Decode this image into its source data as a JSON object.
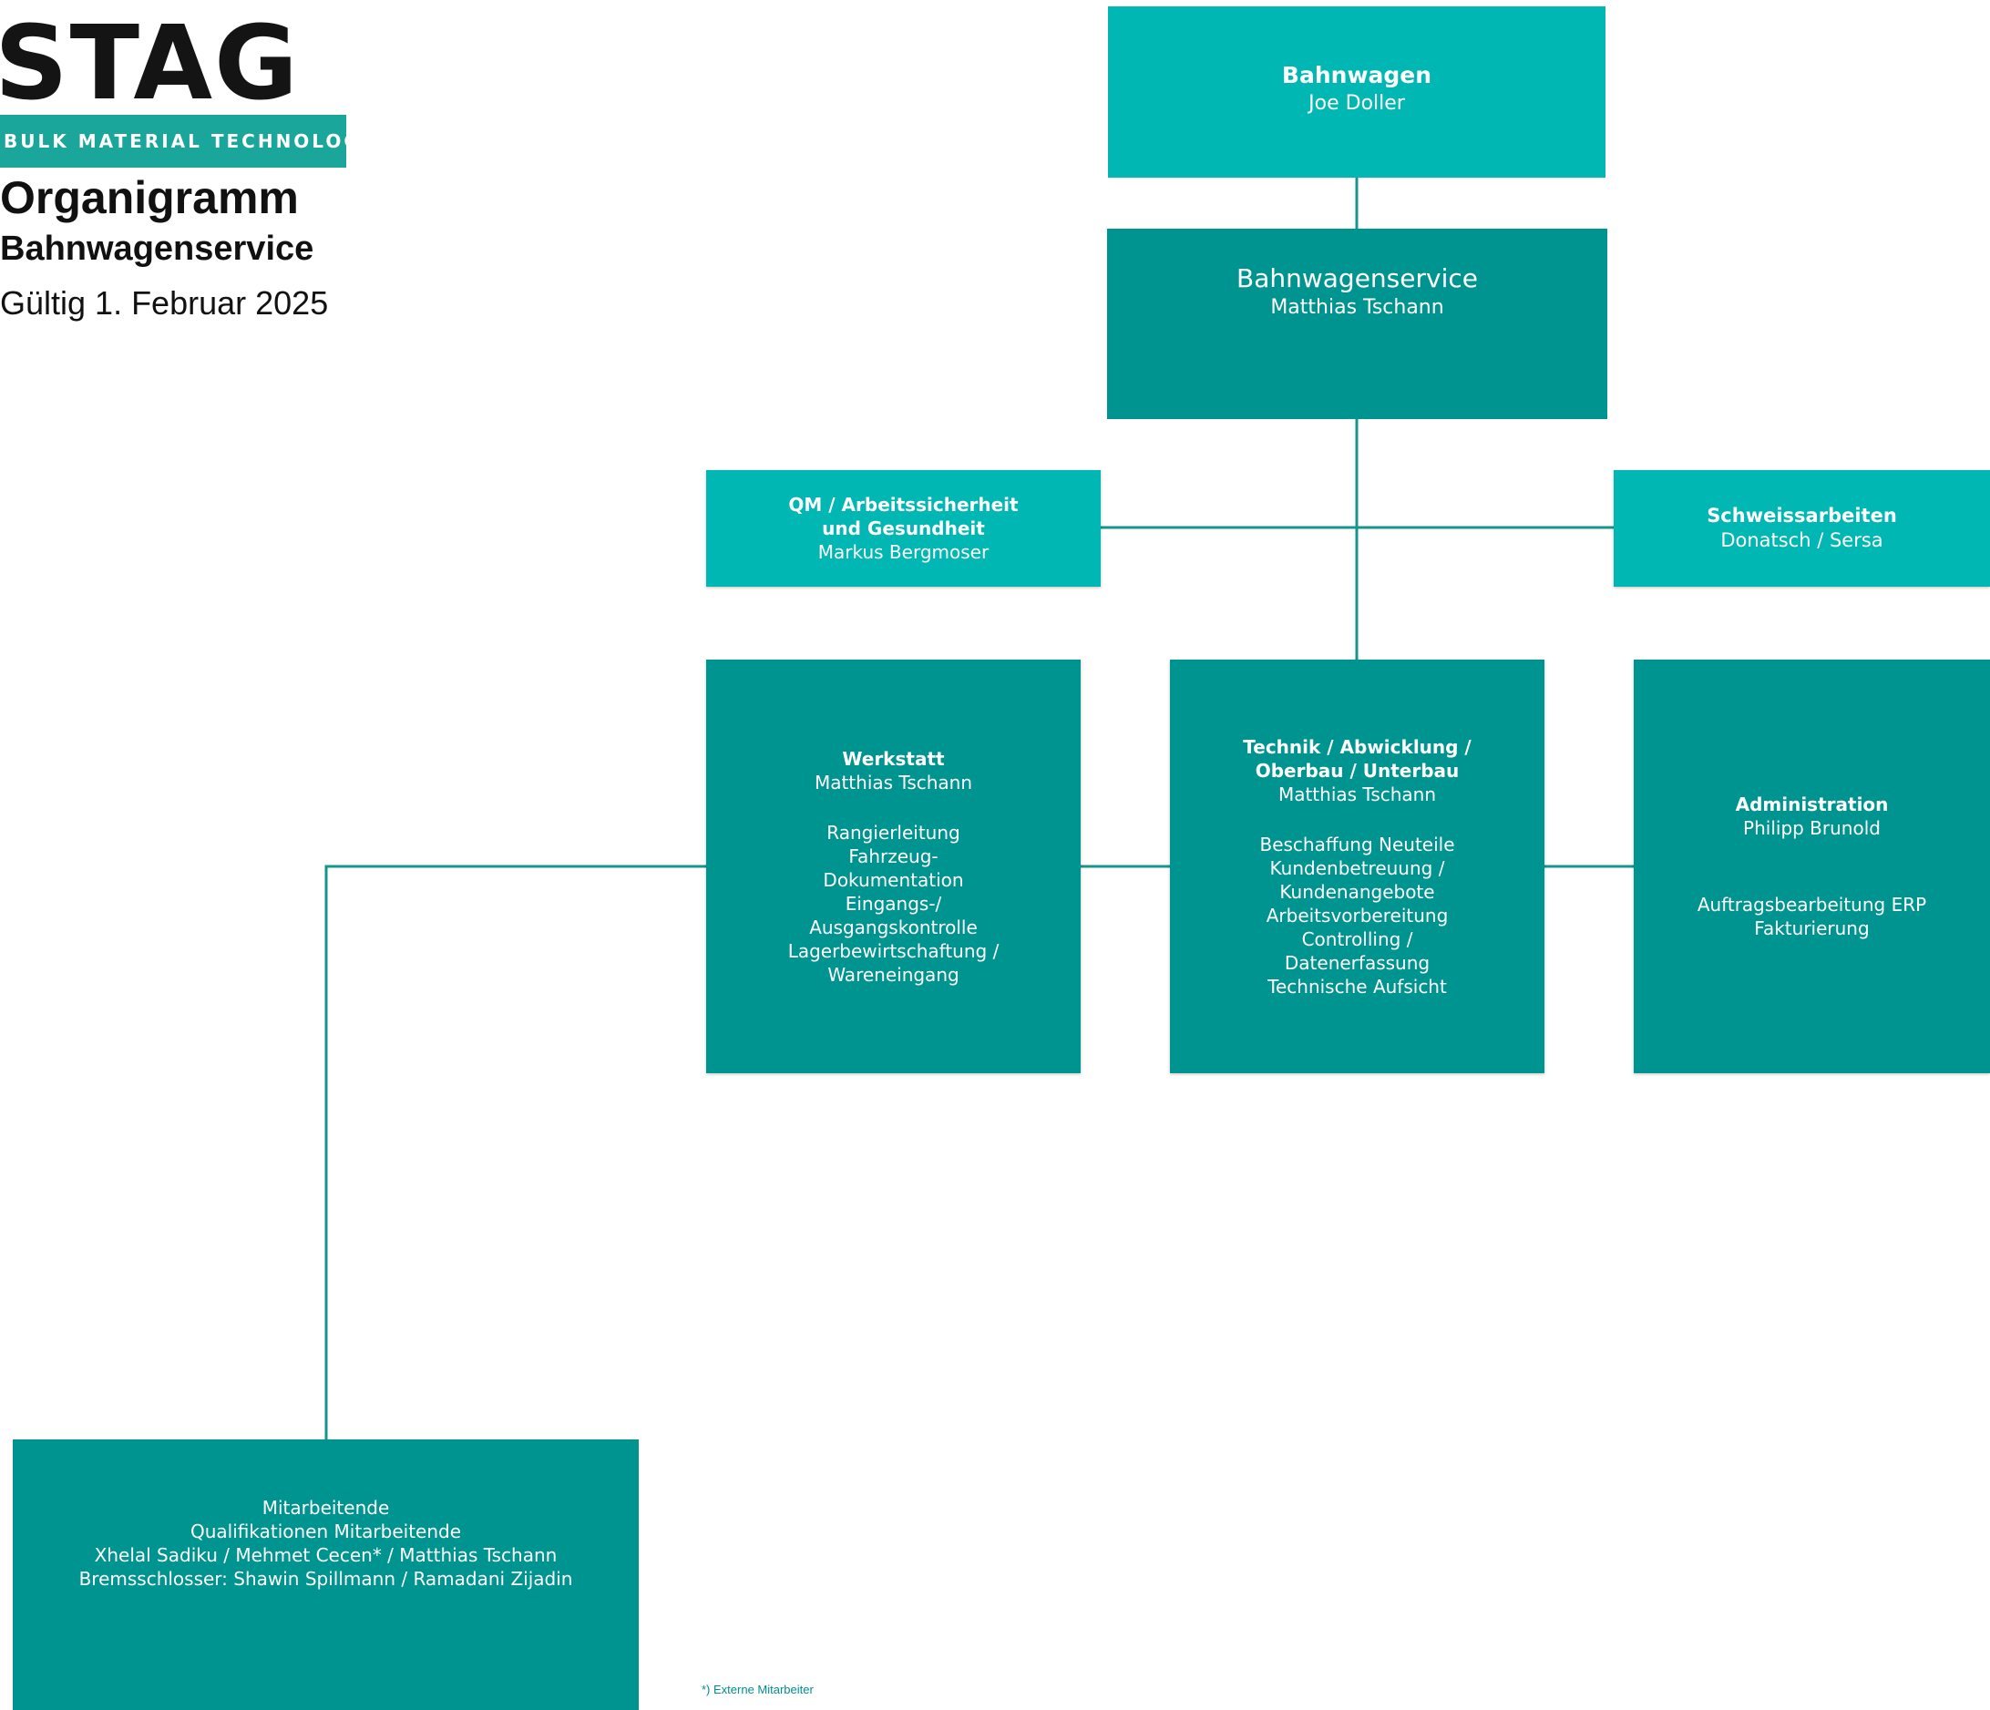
{
  "logo": {
    "wordmark": "STAG",
    "tagline": "BULK MATERIAL TECHNOLOGY"
  },
  "header": {
    "title": "Organigramm",
    "subtitle": "Bahnwagenservice",
    "valid_from": "Gültig 1. Februar 2025"
  },
  "colors": {
    "light": "#00b7b3",
    "dark": "#009490",
    "line": "#16958f"
  },
  "nodes": {
    "bahnwagen": {
      "title": "Bahnwagen",
      "name": "Joe Doller"
    },
    "service": {
      "title": "Bahnwagenservice",
      "name": "Matthias Tschann"
    },
    "qm": {
      "title_1": "QM / Arbeitssicherheit",
      "title_2": "und Gesundheit",
      "name": "Markus Bergmoser"
    },
    "schweiss": {
      "title": "Schweissarbeiten",
      "name": "Donatsch / Sersa"
    },
    "werkstatt": {
      "title": "Werkstatt",
      "name": "Matthias Tschann",
      "tasks": [
        "Rangierleitung",
        "Fahrzeug-",
        "Dokumentation",
        "Eingangs-/",
        "Ausgangskontrolle",
        "Lagerbewirtschaftung /",
        "Wareneingang"
      ]
    },
    "technik": {
      "title_1": "Technik / Abwicklung /",
      "title_2": "Oberbau / Unterbau",
      "name": "Matthias Tschann",
      "tasks": [
        "Beschaffung Neuteile",
        "Kundenbetreuung /",
        "Kundenangebote",
        "Arbeitsvorbereitung",
        "Controlling /",
        "Datenerfassung",
        "Technische Aufsicht"
      ]
    },
    "admin": {
      "title": "Administration",
      "name": "Philipp Brunold",
      "tasks": [
        "Auftragsbearbeitung ERP",
        "Fakturierung"
      ]
    },
    "mitarbeitende": {
      "lines": [
        "Mitarbeitende",
        "Qualifikationen Mitarbeitende",
        "Xhelal Sadiku / Mehmet Cecen* / Matthias Tschann",
        "Bremsschlosser: Shawin Spillmann / Ramadani Zijadin"
      ]
    }
  },
  "footnote": "*) Externe Mitarbeiter"
}
